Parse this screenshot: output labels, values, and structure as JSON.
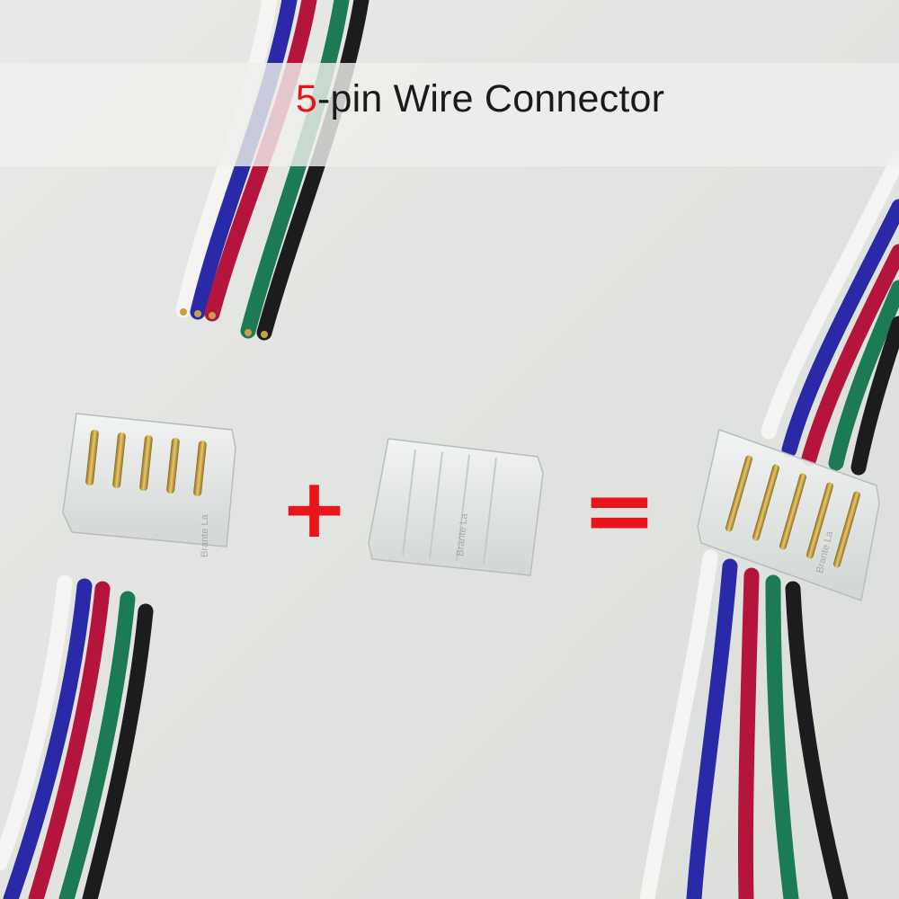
{
  "title": {
    "number": "5",
    "rest": "-pin Wire Connector"
  },
  "operators": {
    "plus": "+",
    "equals": "="
  },
  "watermark": "Brante La",
  "colors": {
    "accent_red": "#e3151a",
    "wire_white": "#f4f4f2",
    "wire_blue": "#2a2aa8",
    "wire_red": "#b5153d",
    "wire_green": "#1c7a54",
    "wire_black": "#1c1c1e"
  }
}
